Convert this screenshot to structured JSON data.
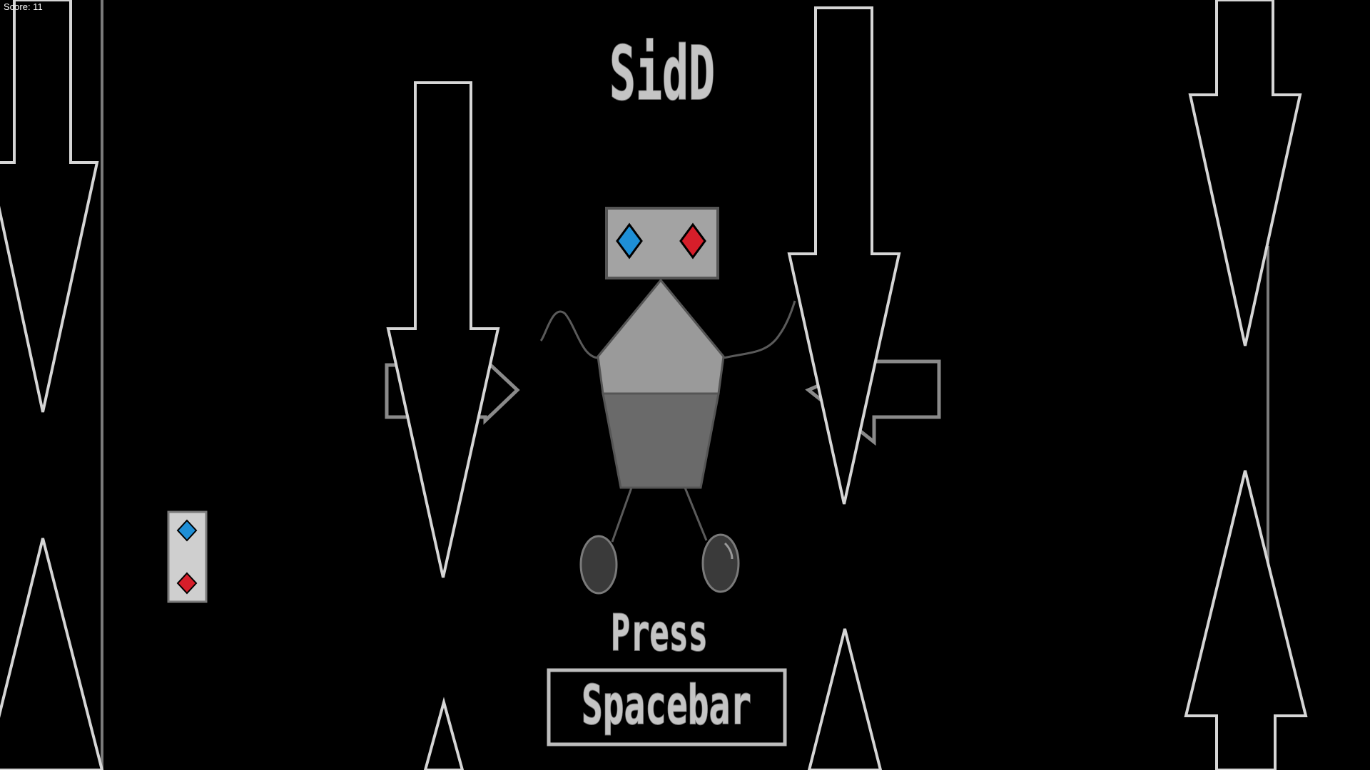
{
  "hud": {
    "score_label": "Score: 11"
  },
  "title": {
    "text": "SidD"
  },
  "prompt": {
    "press_text": "Press",
    "key_text": "Spacebar"
  },
  "colors": {
    "background": "#000000",
    "outline": "#d6d6d6",
    "eye_blue": "#1e8fd6",
    "eye_red": "#d61e2a",
    "robot_head": "#a3a3a3",
    "robot_upper": "#9a9a9a",
    "robot_lower": "#6a6a6a",
    "robot_feet": "#3a3a3a"
  },
  "icons": {
    "obstacle_down": "down-arrow-spike-icon",
    "obstacle_up": "up-spike-icon",
    "powerup": "diamond-card-icon",
    "side_arrow": "side-arrow-icon"
  }
}
